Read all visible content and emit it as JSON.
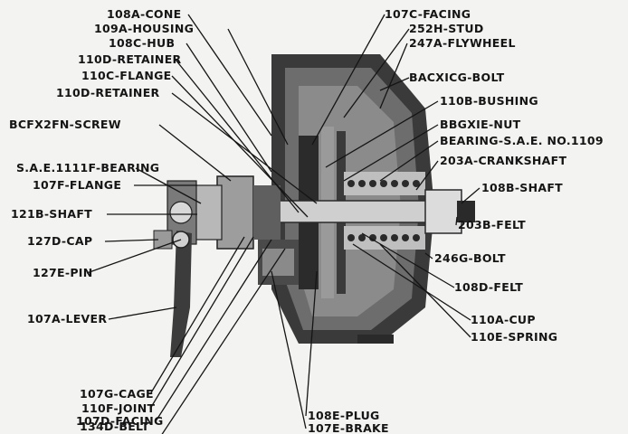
{
  "labels": {
    "cone_108a": "108A-CONE",
    "housing_109a": "109A-HOUSING",
    "hub_108c": "108C-HUB",
    "retainer_110d_top": "110D-RETAINER",
    "flange_110c": "110C-FLANGE",
    "retainer_110d": "110D-RETAINER",
    "screw_bcfx2fn": "BCFX2FN-SCREW",
    "bearing_sae_1111f": "S.A.E.1111F-BEARING",
    "flange_107f": "107F-FLANGE",
    "shaft_121b": "121B-SHAFT",
    "cap_127d": "127D-CAP",
    "pin_127e": "127E-PIN",
    "lever_107a": "107A-LEVER",
    "cage_107g": "107G-CAGE",
    "joint_110f": "110F-JOINT",
    "facing_107d": "107D-FACING",
    "belt_134d": "134D-BELT",
    "facing_107c": "107C-FACING",
    "stud_252h": "252H-STUD",
    "flywheel_247a": "247A-FLYWHEEL",
    "bolt_bacx1cg": "BACXICG-BOLT",
    "bushing_110b": "110B-BUSHING",
    "nut_bbgx1e": "BBGXIE-NUT",
    "bearing_sae_1109": "BEARING-S.A.E. NO.1109",
    "crankshaft_203a": "203A-CRANKSHAFT",
    "shaft_108b": "108B-SHAFT",
    "felt_203b": "203B-FELT",
    "bolt_246g": "246G-BOLT",
    "felt_108d": "108D-FELT",
    "cup_110a": "110A-CUP",
    "spring_110e": "110E-SPRING",
    "plug_108e": "108E-PLUG",
    "brake_107e": "107E-BRAKE"
  },
  "colors": {
    "ink": "#151515",
    "metal_dark": "#2a2a2a",
    "metal_mid": "#6b6b6b",
    "metal_light": "#a9a9a9",
    "paper": "#f3f3f1"
  }
}
